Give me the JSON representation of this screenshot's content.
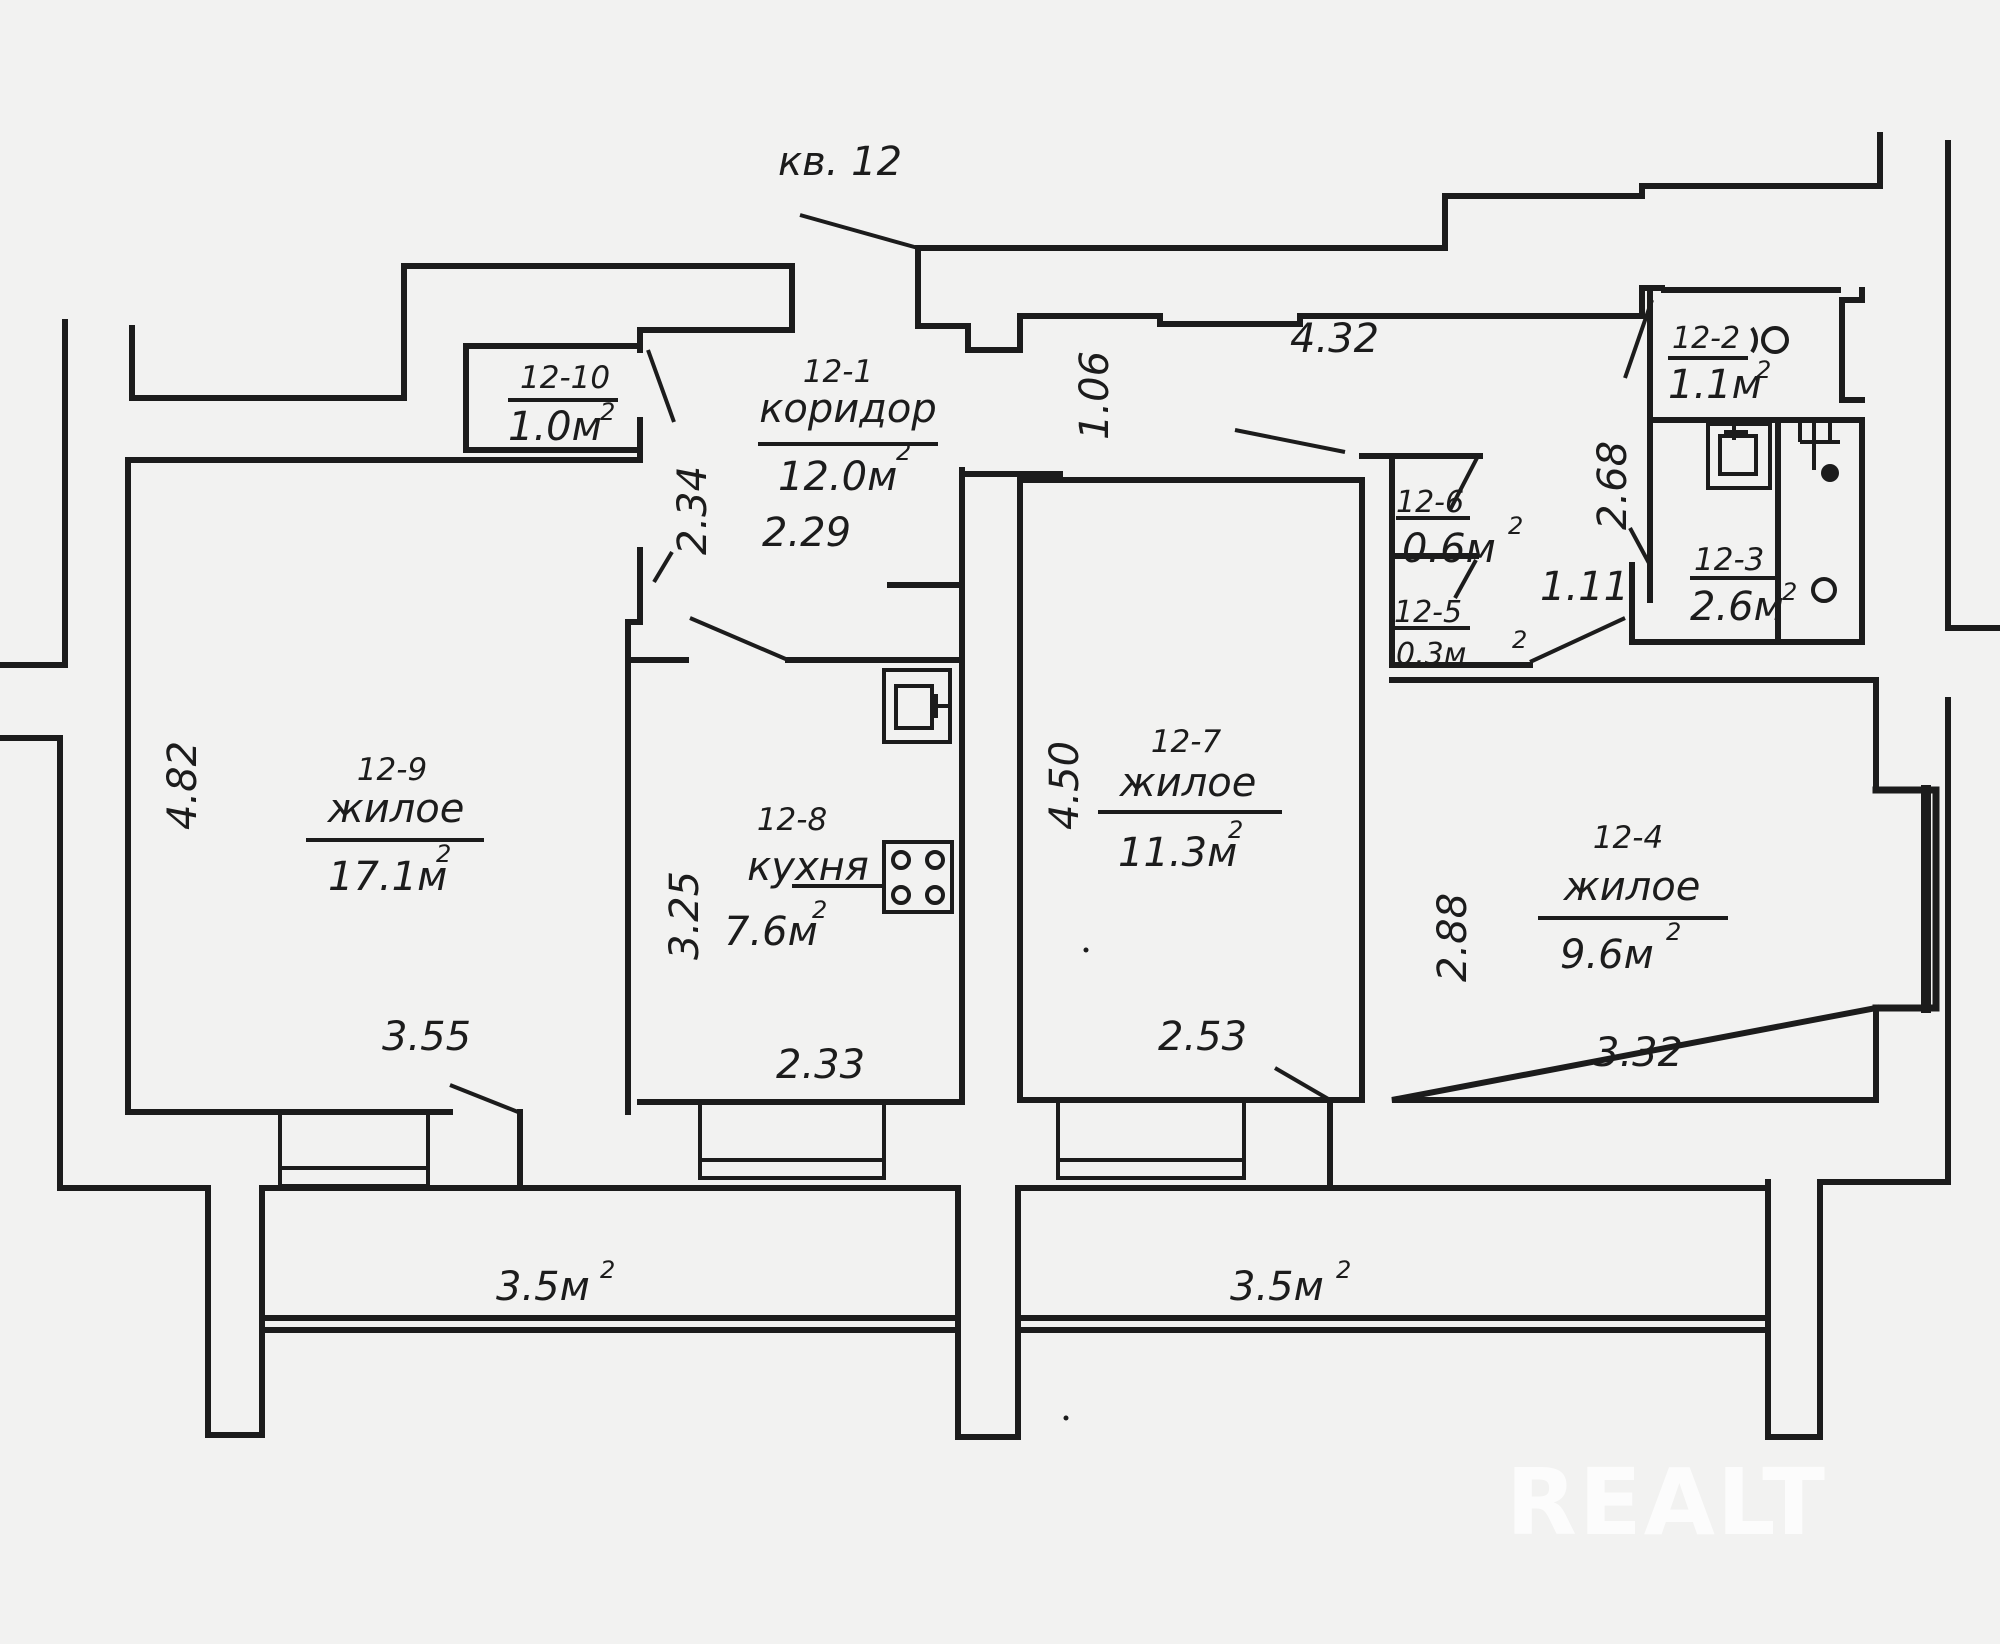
{
  "apartment_label": "кв. 12",
  "rooms": {
    "r1": {
      "code": "12-1",
      "name": "коридор",
      "area": "12.0м",
      "sup": "2"
    },
    "r2": {
      "code": "12-2",
      "area": "1.1м",
      "sup": "2"
    },
    "r3": {
      "code": "12-3",
      "area": "2.6м",
      "sup": "2"
    },
    "r4": {
      "code": "12-4",
      "name": "жилое",
      "area": "9.6м",
      "sup": "2"
    },
    "r5": {
      "code": "12-5",
      "area": "0.3м",
      "sup": "2"
    },
    "r6": {
      "code": "12-6",
      "area": "0.6м",
      "sup": "2"
    },
    "r7": {
      "code": "12-7",
      "name": "жилое",
      "area": "11.3м",
      "sup": "2"
    },
    "r8": {
      "code": "12-8",
      "name": "кухня",
      "area": "7.6м",
      "sup": "2"
    },
    "r9": {
      "code": "12-9",
      "name": "жилое",
      "area": "17.1м",
      "sup": "2"
    },
    "r10": {
      "code": "12-10",
      "area": "1.0м",
      "sup": "2"
    }
  },
  "balconies": [
    {
      "area": "3.5м",
      "sup": "2"
    },
    {
      "area": "3.5м",
      "sup": "2"
    }
  ],
  "dimensions": {
    "corridor_length": "4.32",
    "corridor_width": "1.06",
    "hall_width": "2.29",
    "hall_length": "2.34",
    "r9_depth": "4.82",
    "r9_width": "3.55",
    "r8_depth": "3.25",
    "r8_width": "2.33",
    "r7_depth": "4.50",
    "r7_width": "2.53",
    "r4_depth": "2.88",
    "r4_width": "3.32",
    "bath_depth": "2.68",
    "bath_width": "1.11"
  },
  "watermark": "REALT"
}
